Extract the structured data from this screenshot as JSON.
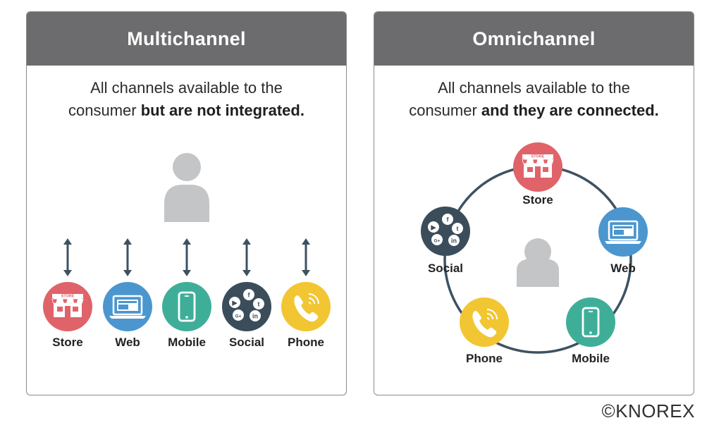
{
  "multichannel": {
    "title": "Multichannel",
    "desc_line1": "All channels available to the",
    "desc_line2_plain": "consumer ",
    "desc_line2_bold": "but are not integrated.",
    "channels": [
      "Store",
      "Web",
      "Mobile",
      "Social",
      "Phone"
    ]
  },
  "omnichannel": {
    "title": "Omnichannel",
    "desc_line1": "All channels available to the",
    "desc_line2_plain": "consumer ",
    "desc_line2_bold": "and they are connected.",
    "channels": [
      "Store",
      "Web",
      "Mobile",
      "Phone",
      "Social"
    ]
  },
  "icon_text": {
    "store_sign": "STORE"
  },
  "colors": {
    "store": "#e0636a",
    "web": "#4b96cf",
    "mobile": "#3fae99",
    "social": "#3b4d5a",
    "phone": "#f2c632",
    "header": "#6c6c6e",
    "person": "#c4c5c6",
    "connector": "#3d5261"
  },
  "icons": {
    "person": "person-icon",
    "store": "store-icon",
    "web": "laptop-icon",
    "mobile": "smartphone-icon",
    "social": "social-icons-cluster",
    "phone": "phone-handset-icon"
  },
  "copyright": "©KNOREX"
}
